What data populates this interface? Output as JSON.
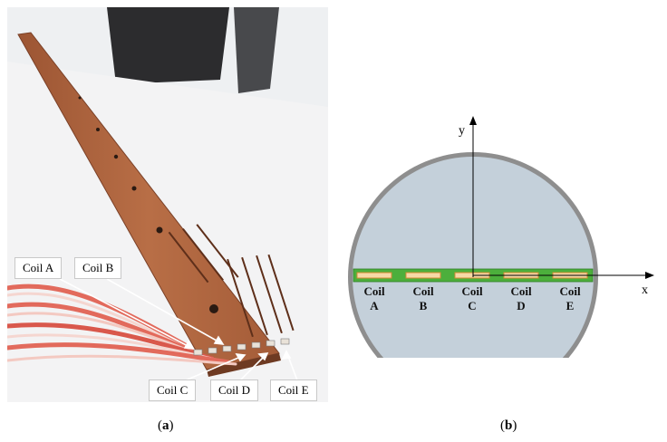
{
  "figure": {
    "panel_a": {
      "caption_prefix": "(",
      "caption_letter": "a",
      "caption_suffix": ")",
      "labels": [
        "Coil A",
        "Coil B",
        "Coil C",
        "Coil D",
        "Coil E"
      ]
    },
    "panel_b": {
      "caption_prefix": "(",
      "caption_letter": "b",
      "caption_suffix": ")",
      "axis_x": "x",
      "axis_y": "y",
      "coils": [
        {
          "word": "Coil",
          "letter": "A"
        },
        {
          "word": "Coil",
          "letter": "B"
        },
        {
          "word": "Coil",
          "letter": "C"
        },
        {
          "word": "Coil",
          "letter": "D"
        },
        {
          "word": "Coil",
          "letter": "E"
        }
      ]
    }
  },
  "colors": {
    "board": "#b06a43",
    "tube_fill": "#c4d0da",
    "tube_ring": "#8e8e8e",
    "pcb_green": "#4caf3c",
    "coil_fill": "#f6d9a6",
    "coil_stroke": "#d68b35"
  }
}
